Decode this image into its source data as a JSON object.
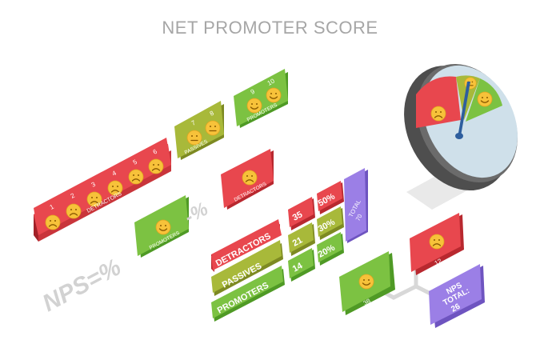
{
  "title": "NET PROMOTER SCORE",
  "colors": {
    "red": "#e8474e",
    "red_side": "#b8282f",
    "olive": "#a8b93a",
    "olive_side": "#7d8a22",
    "green": "#7cc242",
    "green_side": "#4f9a25",
    "purple": "#9b7fe6",
    "purple_side": "#6e54c0",
    "face": "#f7c23a",
    "gauge_blue": "#cfe0ea",
    "dial_dark": "#4e4e4e"
  },
  "scale": {
    "detractors": {
      "label": "DETRACTORS",
      "numbers": [
        "1",
        "2",
        "3",
        "4",
        "5",
        "6"
      ]
    },
    "passives": {
      "label": "PASSIVES",
      "numbers": [
        "7",
        "8"
      ]
    },
    "promoters": {
      "label": "PROMOTERS",
      "numbers": [
        "9",
        "10"
      ]
    }
  },
  "formula": {
    "prefix": "NPS=%",
    "promoters_label": "PROMOTERS",
    "minus": "-%",
    "detractors_label": "DETRACTORS"
  },
  "table": {
    "rows": [
      {
        "label": "DETRACTORS",
        "count": "35",
        "percent": "50%"
      },
      {
        "label": "PASSIVES",
        "count": "21",
        "percent": "30%"
      },
      {
        "label": "PROMOTERS",
        "count": "14",
        "percent": "20%"
      }
    ],
    "total": "TOTAL\n70"
  },
  "result": {
    "promoters_value": "38",
    "detractors_value": "12",
    "nps_line1": "NPS",
    "nps_line2": "TOTAL:",
    "nps_line3": "26"
  }
}
